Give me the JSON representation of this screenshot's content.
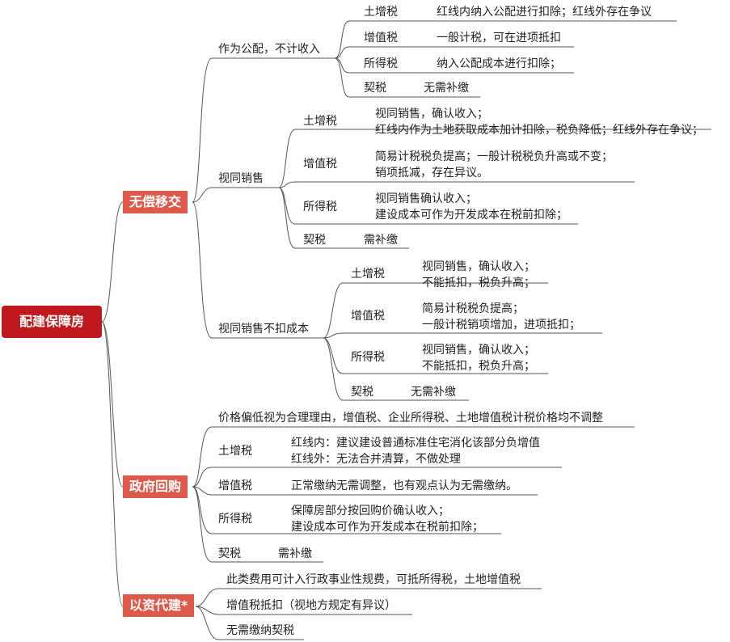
{
  "root": "配建保障房",
  "wuchang": {
    "label": "无偿移交",
    "gongpei": {
      "label": "作为公配，不计收入",
      "tuzeng": {
        "label": "土增税",
        "text": "红线内纳入公配进行扣除；红线外存在争议"
      },
      "zengzhi": {
        "label": "增值税",
        "text": "一般计税，可在进项抵扣"
      },
      "suode": {
        "label": "所得税",
        "text": "纳入公配成本进行扣除；"
      },
      "qi": {
        "label": "契税",
        "text": "无需补缴"
      }
    },
    "shitong": {
      "label": "视同销售",
      "tuzeng": {
        "label": "土增税",
        "line1": "视同销售，确认收入；",
        "line2": "红线内作为土地获取成本加计扣除，税负降低；红线外存在争议；"
      },
      "zengzhi": {
        "label": "增值税",
        "line1": "简易计税税负提高；一般计税税负升高或不变；",
        "line2": "销项抵减，存在异议。"
      },
      "suode": {
        "label": "所得税",
        "line1": "视同销售确认收入；",
        "line2": "建设成本可作为开发成本在税前扣除；"
      },
      "qi": {
        "label": "契税",
        "text": "需补缴"
      }
    },
    "bukou": {
      "label": "视同销售不扣成本",
      "tuzeng": {
        "label": "土增税",
        "line1": "视同销售，确认收入；",
        "line2": "不能抵扣，税负升高；"
      },
      "zengzhi": {
        "label": "增值税",
        "line1": "简易计税税负提高；",
        "line2": "一般计税销项增加，进项抵扣；"
      },
      "suode": {
        "label": "所得税",
        "line1": "视同销售，确认收入；",
        "line2": "不能抵扣，税负升高；"
      },
      "qi": {
        "label": "契税",
        "text": "无需补缴"
      }
    }
  },
  "zhengfu": {
    "label": "政府回购",
    "jiage": "价格偏低视为合理理由，增值税、企业所得税、土地增值税计税价格均不调整",
    "tuzeng": {
      "label": "土增税",
      "line1": "红线内：建议建设普通标准住宅消化该部分负增值",
      "line2": "红线外：无法合并清算，不做处理"
    },
    "zengzhi": {
      "label": "增值税",
      "text": "正常缴纳无需调整，也有观点认为无需缴纳。"
    },
    "suode": {
      "label": "所得税",
      "line1": "保障房部分按回购价确认收入；",
      "line2": "建设成本可作为开发成本在税前扣除；"
    },
    "qi": {
      "label": "契税",
      "text": "需补缴"
    }
  },
  "yizi": {
    "label": "以资代建*",
    "item1": "此类费用可计入行政事业性规费，可抵所得税，土地增值税",
    "item2": "增值税抵扣（视地方规定有异议）",
    "item3": "无需缴纳契税"
  },
  "colors": {
    "root": "#c0191d",
    "category": "#dd5a4b",
    "line": "#555555"
  }
}
